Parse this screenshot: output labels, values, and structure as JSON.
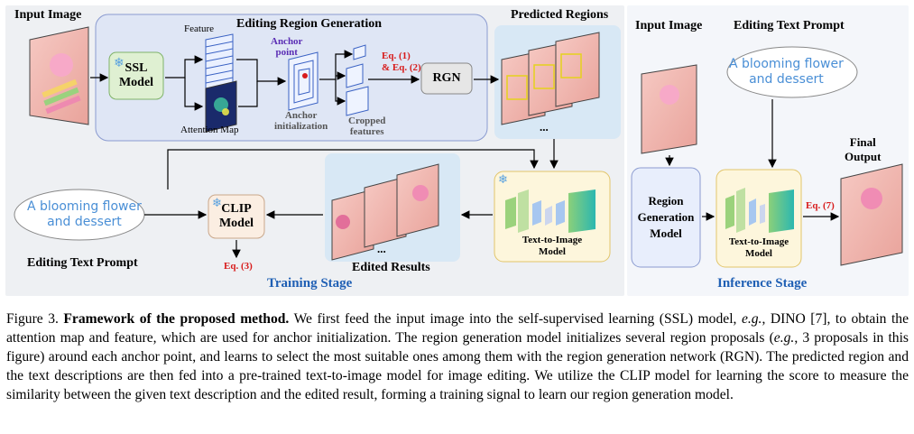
{
  "training": {
    "input_image_label": "Input Image",
    "editing_region_generation_title": "Editing Region Generation",
    "feature_label": "Feature",
    "ssl_model": [
      "SSL",
      "Model"
    ],
    "attention_map_label": "Attention Map",
    "anchor_point_label": [
      "Anchor",
      "point"
    ],
    "anchor_init_label": [
      "Anchor",
      "initialization"
    ],
    "cropped_features_label": [
      "Cropped",
      "features"
    ],
    "eq12": [
      "Eq. (1)",
      "& Eq. (2)"
    ],
    "rgn_label": "RGN",
    "predicted_regions_label": "Predicted Regions",
    "ellipsis": "...",
    "prompt_bubble": [
      "A blooming flower",
      "and dessert"
    ],
    "editing_text_prompt_label": "Editing Text Prompt",
    "clip_model": [
      "CLIP",
      "Model"
    ],
    "eq3": "Eq. (3)",
    "edited_results_label": "Edited Results",
    "t2i_label": [
      "Text-to-Image",
      "Model"
    ],
    "stage_label": "Training Stage"
  },
  "inference": {
    "input_image_label": "Input Image",
    "editing_text_prompt_label": "Editing Text Prompt",
    "prompt_bubble": [
      "A blooming flower",
      "and dessert"
    ],
    "region_generation_model": [
      "Region",
      "Generation",
      "Model"
    ],
    "t2i_label": [
      "Text-to-Image",
      "Model"
    ],
    "eq7": "Eq. (7)",
    "final_output_label": [
      "Final",
      "Output"
    ],
    "stage_label": "Inference Stage"
  },
  "caption": {
    "fig_no": "Figure 3.",
    "title": "Framework of the proposed method.",
    "p1": "We first feed the input image into the self-supervised learning (SSL) model,",
    "eg": "e.g.",
    "p2": ", DINO [7], to obtain the attention map and feature, which are used for anchor initialization. The region generation model initializes several region proposals (",
    "eg2": "e.g.",
    "p3": ", 3 proposals in this figure) around each anchor point, and learns to select the most suitable ones among them with the region generation network (RGN). The predicted region and the text descriptions are then fed into a pre-trained text-to-image model for image editing. We utilize the CLIP model for learning the score to measure the similarity between the given text description and the edited result, forming a training signal to learn our region generation model."
  },
  "colors": {
    "panel_bg": "#eef0f3",
    "erg_bg": "#dfe6f5",
    "ssl_box": "#dff0d2",
    "clip_box": "#fbeee2",
    "t2i_box": "#fdf6dc",
    "rgn_box": "#e6e6e6",
    "pred_bg": "#d8e8f5",
    "image_pink": "#f2b6b0",
    "stage_blue": "#1f5fb4",
    "eq_red": "#d81b1b"
  }
}
